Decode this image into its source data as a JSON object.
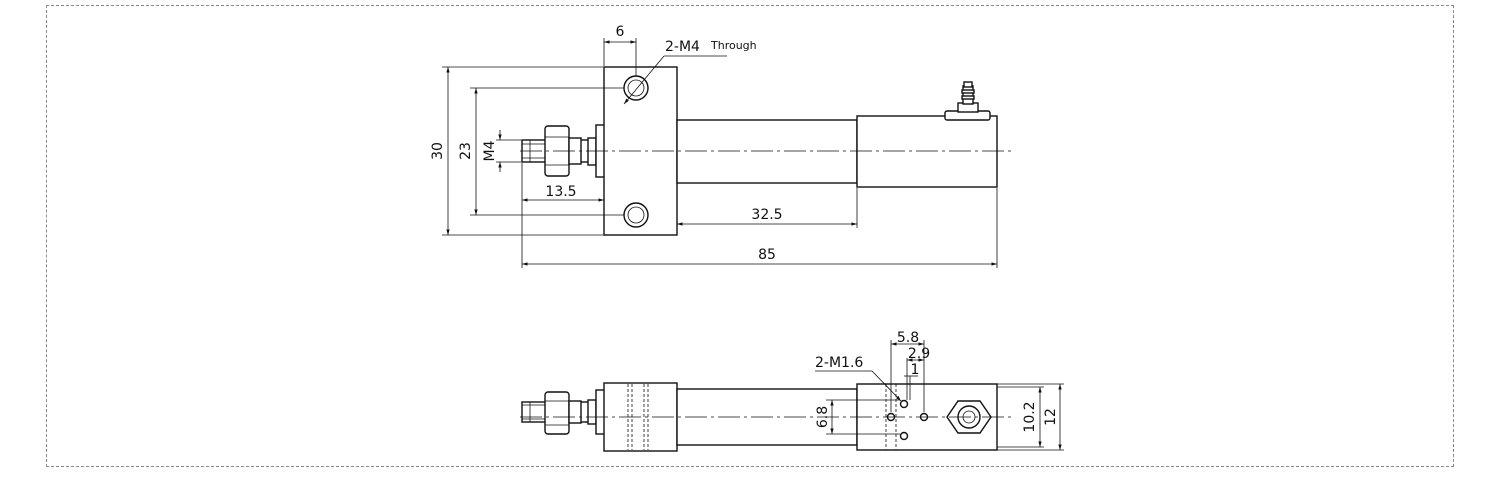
{
  "top_view": {
    "dims": {
      "d_6": "6",
      "hole_note": "2-M4",
      "hole_note_suffix": "Through",
      "d_30": "30",
      "d_23": "23",
      "d_m4": "M4",
      "d_13_5": "13.5",
      "d_32_5": "32.5",
      "d_85": "85"
    }
  },
  "bottom_view": {
    "dims": {
      "d_5_8": "5.8",
      "d_2_9": "2.9",
      "d_1": "1",
      "hole_note": "2-M1.6",
      "d_6_8": "6.8",
      "d_10_2": "10.2",
      "d_12": "12"
    }
  }
}
